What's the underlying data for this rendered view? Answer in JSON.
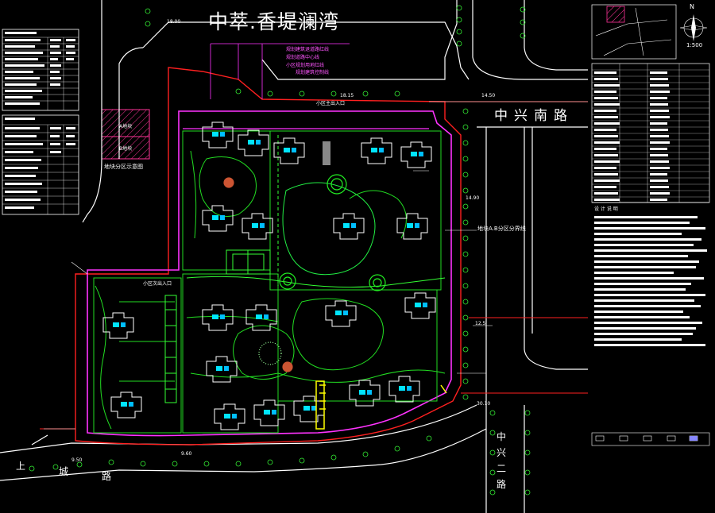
{
  "drawing": {
    "title": "中萃.香堤澜湾",
    "north_label": "N",
    "scale": "1:500",
    "notes_title": "设 计 说 明"
  },
  "roads": {
    "zhongxing_south": "中兴南路",
    "zhongxing_2": "中兴二路",
    "shangcheng": "上城路"
  },
  "labels": {
    "main_entrance": "小区主出入口",
    "zone_boundary": "地块A.B分区分界线",
    "zone_diagram": "地块分区示意图",
    "zone_a": "A地块",
    "zone_b": "B地块",
    "secondary_entrance": "小区次出入口"
  },
  "elevations": {
    "e1": "18.00",
    "e2": "18.15",
    "e3": "14.50",
    "e4": "14.90",
    "e5": "12.5",
    "e6": "30.10",
    "e7": "9.50",
    "e8": "9.60"
  },
  "magenta_notes": [
    "规划建筑退道路红线",
    "规划道路中心线",
    "小区规划用地红线",
    "规划建筑控制线"
  ],
  "colors": {
    "background": "#000000",
    "site_green": "#22dd22",
    "red_line": "#ff2020",
    "magenta": "#ff33ff",
    "cyan": "#00ffff",
    "white": "#ffffff",
    "yellow": "#ffff00"
  }
}
